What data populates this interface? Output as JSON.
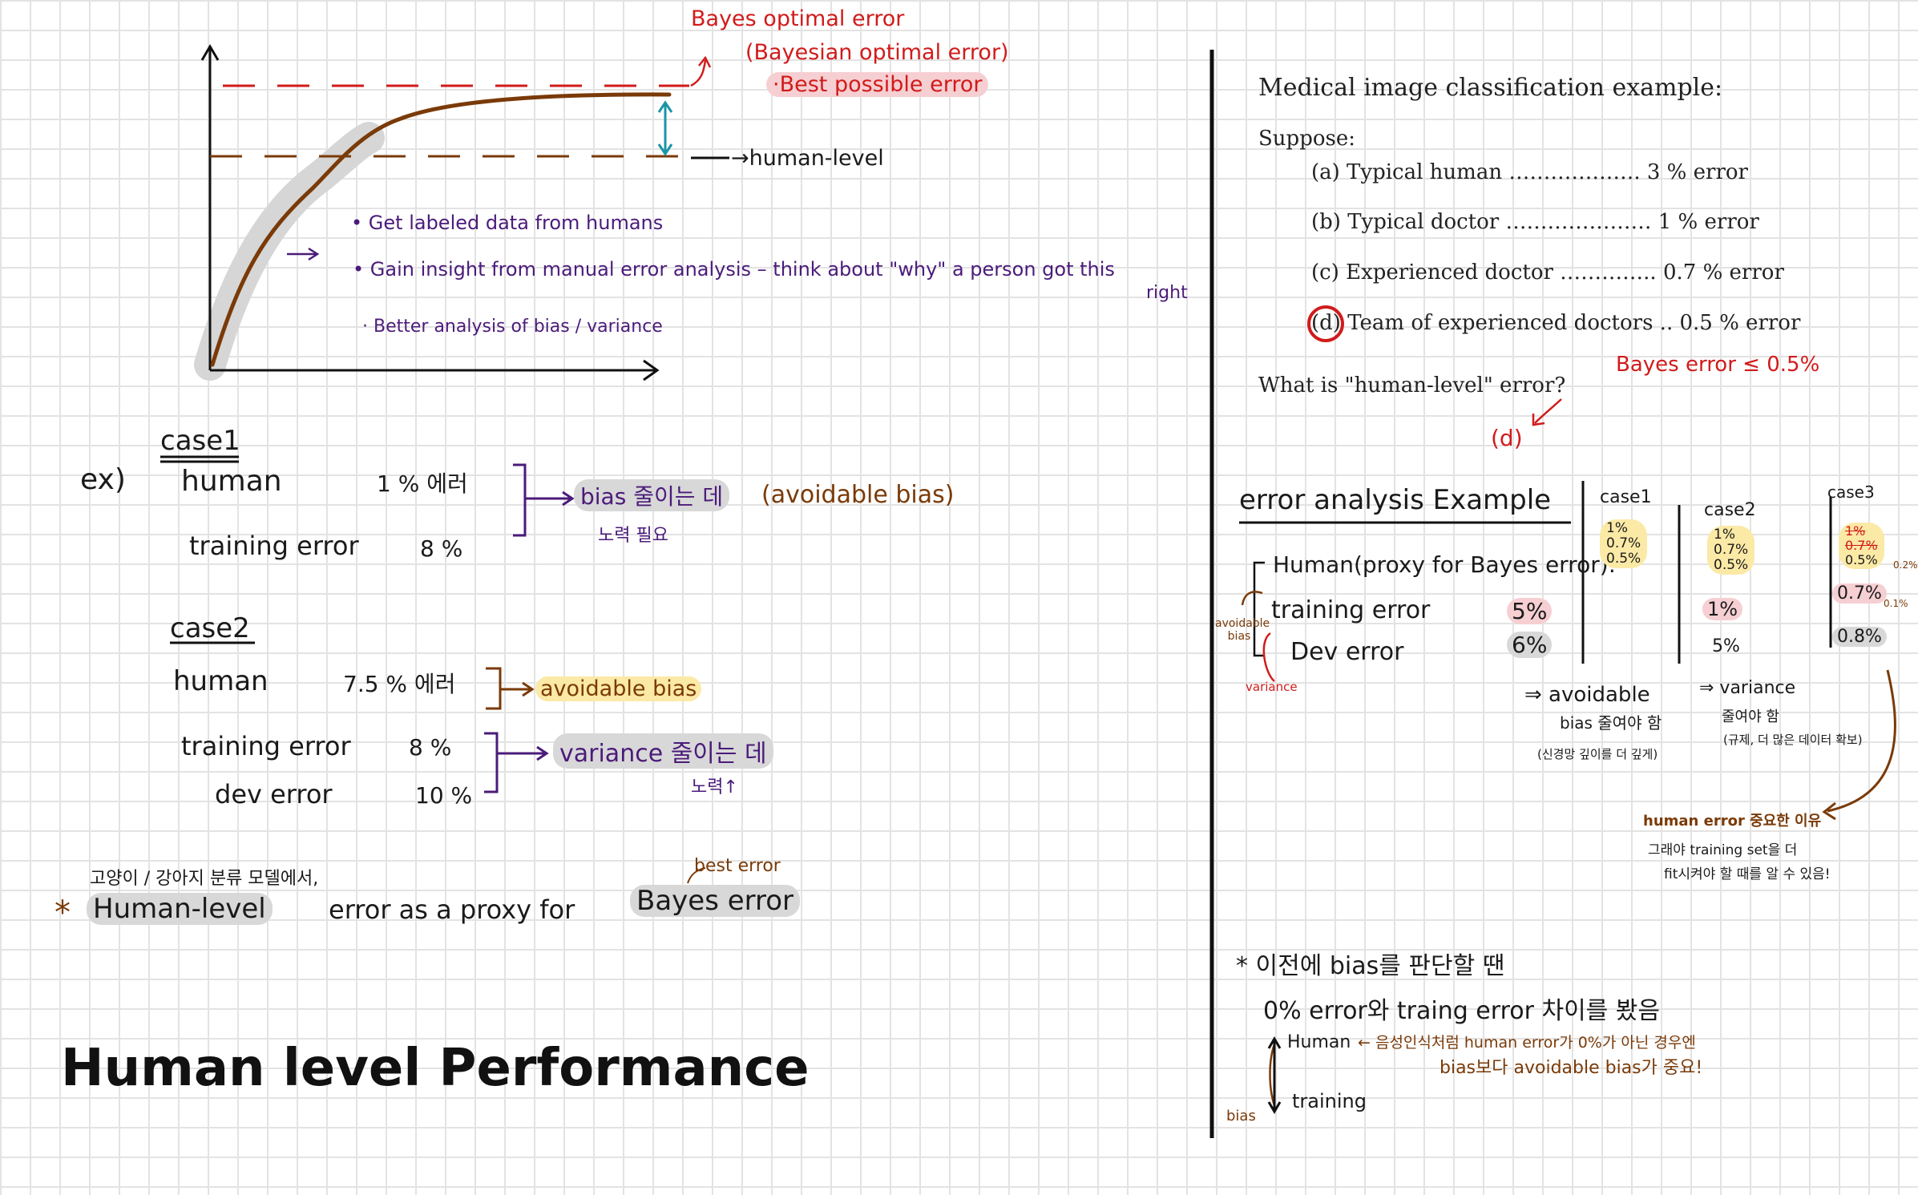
{
  "graph": {
    "bayes_title": "Bayes optimal error",
    "bayes_sub": "(Bayesian optimal error)",
    "bayes_best": "·Best possible error",
    "human_level": "→human-level",
    "bullets": [
      "• Get labeled data   from humans",
      "• Gain insight  from manual error analysis   – think about \"why\" a person got this",
      "· Better analysis  of  bias / variance"
    ],
    "bullet_cont": "right"
  },
  "cases": {
    "ex": "ex)",
    "case1_title": "case1",
    "c1_human_label": "human",
    "c1_human_val": "1 %  에러",
    "c1_train_label": "training error",
    "c1_train_val": "8 %",
    "c1_result": "bias 줄이는 데",
    "c1_result_sub": "노력 필요",
    "c1_note": "(avoidable  bias)",
    "case2_title": "case2",
    "c2_human_label": "human",
    "c2_human_val": "7.5 %  에러",
    "c2_avoid": "avoidable  bias",
    "c2_train_label": "training error",
    "c2_train_val": "8 %",
    "c2_dev_label": "dev    error",
    "c2_dev_val": "10 %",
    "c2_result": "variance 줄이는 데",
    "c2_result_sub": "노력↑"
  },
  "proxy": {
    "korean_note": "고양이 / 강아지 분류 모델에서,",
    "star": "*",
    "human_level": "Human-level",
    "text": "error as a  proxy  for",
    "bayes": "Bayes  error",
    "best_error": "best error"
  },
  "page_title": "Human level Performance",
  "medical": {
    "title": "Medical image classification example:",
    "suppose": "Suppose:",
    "items": [
      {
        "label": "(a) Typical human ………………. 3 % error"
      },
      {
        "label": "(b) Typical doctor ………………… 1 % error"
      },
      {
        "label": "(c) Experienced doctor ………….. 0.7 % error"
      },
      {
        "label": "(d) Team of experienced doctors .. 0.5 % error"
      }
    ],
    "question": "What is \"human-level\" error?",
    "bayes_note": "Bayes error ≤ 0.5%",
    "answer": "(d)"
  },
  "error_analysis": {
    "title": "error analysis  Example",
    "case1": "case1",
    "case2": "case2",
    "case3": "case3",
    "row_human": "Human(proxy for Bayes error):",
    "row_training": "training  error",
    "row_dev": "Dev    error",
    "avoidable_label": "avoidable bias",
    "variance_label": "variance",
    "c1_human": [
      "1%",
      "0.7%",
      "0.5%"
    ],
    "c1_train": "5%",
    "c1_dev": "6%",
    "c2_human": [
      "1%",
      "0.7%",
      "0.5%"
    ],
    "c2_train": "1%",
    "c2_dev": "5%",
    "c3_human": [
      "1%",
      "0.7%",
      "0.5%"
    ],
    "c3_train": "0.7%",
    "c3_dev": "0.8%",
    "c3_gap1": "0.2%",
    "c3_gap2": "0.1%",
    "c1_conclusion": "⇒ avoidable",
    "c1_conclusion2": "bias 줄여야 함",
    "c1_conclusion3": "(신경망 깊이를 더 깊게)",
    "c2_conclusion": "⇒ variance",
    "c2_conclusion2": "줄여야 함",
    "c2_conclusion3": "(규제, 더 많은 데이터 확보)",
    "human_note": "human error 중요한 이유",
    "human_note2": "그래야 training set을 더",
    "human_note3": "fit시켜야 할 때를 알 수 있음!"
  },
  "bottom": {
    "line1": "* 이전에 bias를 판단할 땐",
    "line2": "0% error와  traing error  차이를 봤음",
    "human": "Human",
    "human_note": "← 음성인식처럼 human error가  0%가 아닌 경우엔",
    "human_note2": "bias보다  avoidable  bias가 중요!",
    "training": "training",
    "bias": "bias"
  }
}
